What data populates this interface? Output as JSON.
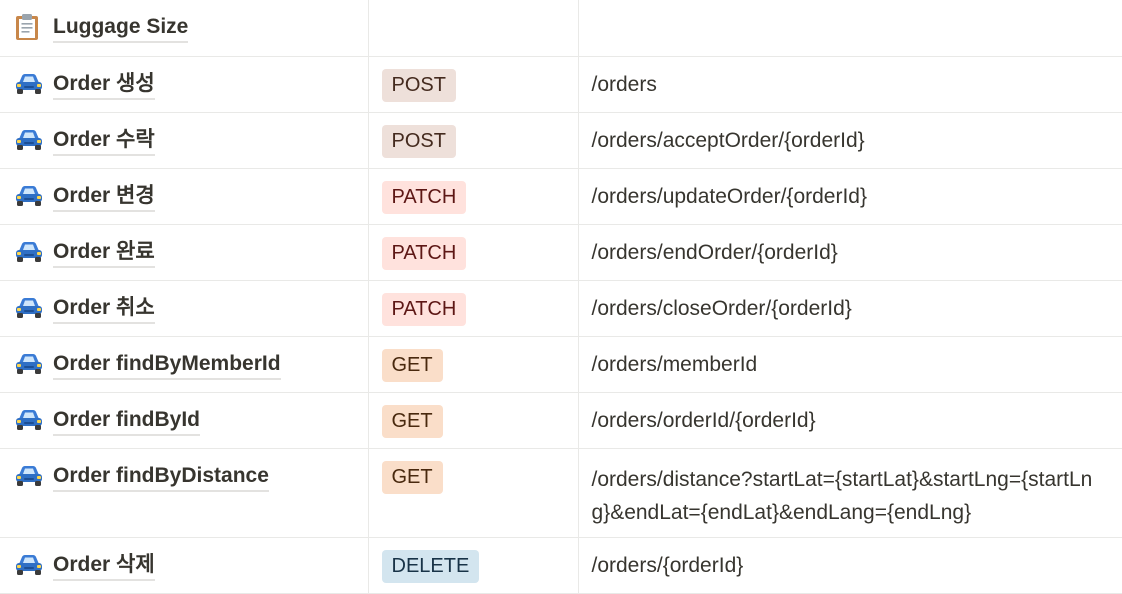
{
  "rows": [
    {
      "icon": "clipboard-icon",
      "name": "Luggage Size",
      "method": "",
      "method_class": "",
      "url": ""
    },
    {
      "icon": "car-icon",
      "name": "Order 생성",
      "method": "POST",
      "method_class": "post",
      "url": "/orders"
    },
    {
      "icon": "car-icon",
      "name": "Order 수락",
      "method": "POST",
      "method_class": "post",
      "url": "/orders/acceptOrder/{orderId}"
    },
    {
      "icon": "car-icon",
      "name": "Order 변경",
      "method": "PATCH",
      "method_class": "patch",
      "url": "/orders/updateOrder/{orderId}"
    },
    {
      "icon": "car-icon",
      "name": "Order 완료",
      "method": "PATCH",
      "method_class": "patch",
      "url": "/orders/endOrder/{orderId}"
    },
    {
      "icon": "car-icon",
      "name": "Order 취소",
      "method": "PATCH",
      "method_class": "patch",
      "url": "/orders/closeOrder/{orderId}"
    },
    {
      "icon": "car-icon",
      "name": "Order findByMemberId",
      "method": "GET",
      "method_class": "get",
      "url": "/orders/memberId"
    },
    {
      "icon": "car-icon",
      "name": "Order findById",
      "method": "GET",
      "method_class": "get",
      "url": "/orders/orderId/{orderId}"
    },
    {
      "icon": "car-icon",
      "name": "Order findByDistance",
      "method": "GET",
      "method_class": "get",
      "url": "/orders/distance?startLat={startLat}&startLng={startLng}&endLat={endLat}&endLang={endLng}"
    },
    {
      "icon": "car-icon",
      "name": "Order 삭제",
      "method": "DELETE",
      "method_class": "delete",
      "url": "/orders/{orderId}"
    }
  ],
  "colors": {
    "post_bg": "#eee0da",
    "patch_bg": "#ffe2dd",
    "get_bg": "#fadec9",
    "delete_bg": "#d3e5ef",
    "border": "#e9e9e7"
  }
}
